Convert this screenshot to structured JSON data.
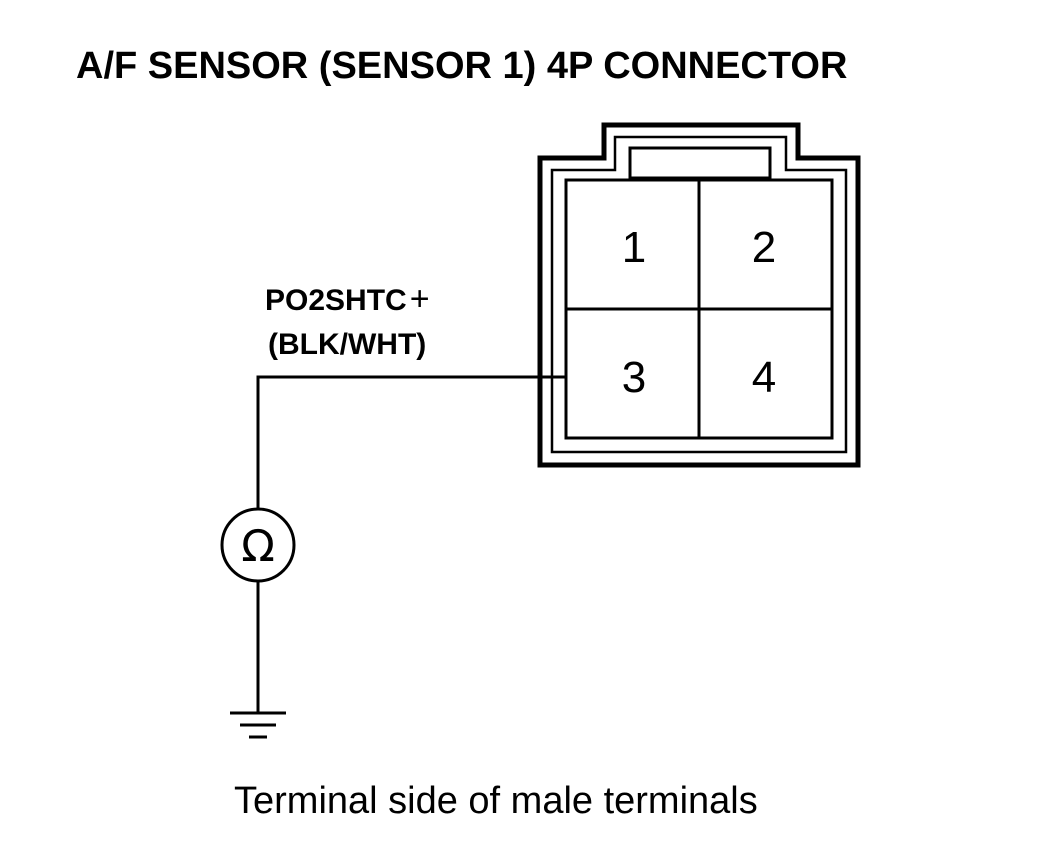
{
  "title": "A/F SENSOR (SENSOR 1) 4P CONNECTOR",
  "wire": {
    "signal": "PO2SHTC",
    "polarity": "+",
    "color": "(BLK/WHT)"
  },
  "connector": {
    "pins": [
      "1",
      "2",
      "3",
      "4"
    ]
  },
  "meter": {
    "symbol": "Ω",
    "icon": "ohmmeter-icon"
  },
  "ground": {
    "icon": "ground-icon"
  },
  "caption": "Terminal side of male terminals",
  "colors": {
    "ink": "#000000",
    "paper": "#ffffff"
  }
}
